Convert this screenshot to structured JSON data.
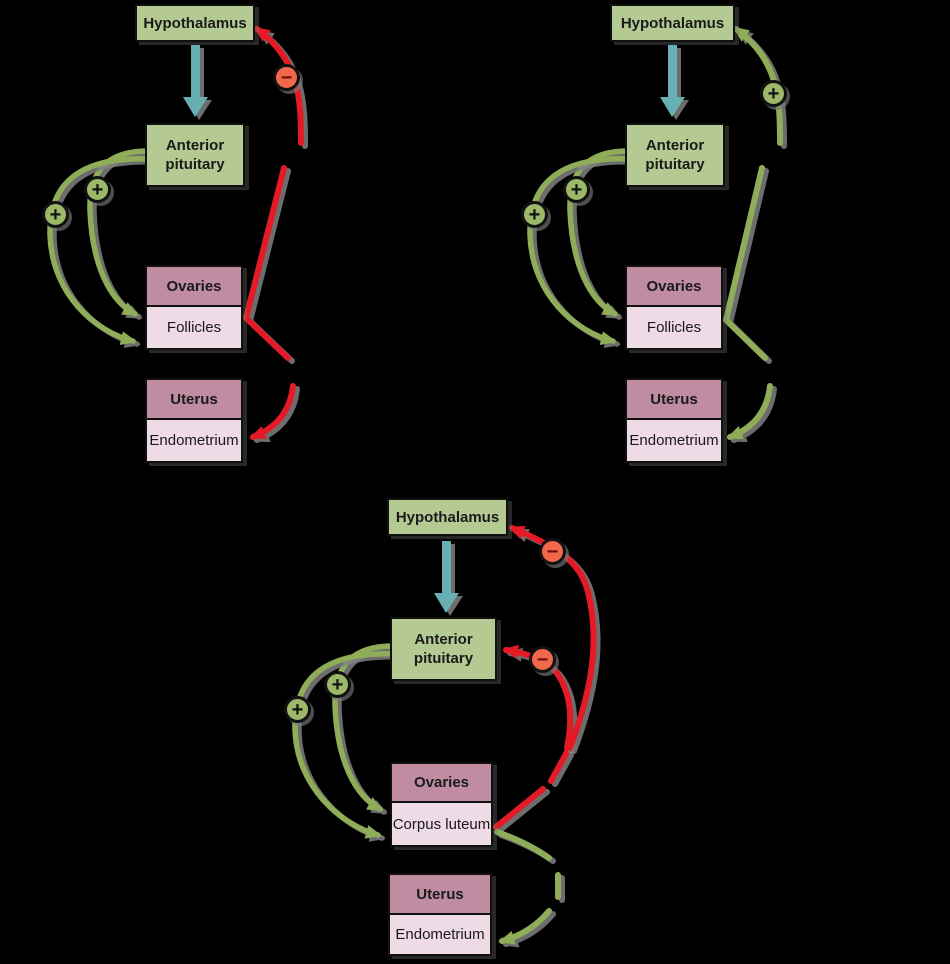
{
  "colors": {
    "background": "#000000",
    "box_green": "#b5c993",
    "box_mauve": "#bf8ca1",
    "box_pink": "#eedbe6",
    "arrow_teal": "#68afb4",
    "arrow_green": "#8fad58",
    "arrow_red": "#e41b26",
    "plus_badge_fill": "#9cb869",
    "minus_badge_fill": "#f2684a"
  },
  "panels": {
    "left": {
      "boxes": {
        "hypothalamus": "Hypothalamus",
        "anterior_pituitary": "Anterior pituitary",
        "ovaries": "Ovaries",
        "ovaries_section": "Follicles",
        "uterus": "Uterus",
        "uterus_section": "Endometrium"
      },
      "signs": {
        "hypothalamus_feedback": "−",
        "pituitary_stimulus_1": "+",
        "pituitary_stimulus_2": "+"
      }
    },
    "right": {
      "boxes": {
        "hypothalamus": "Hypothalamus",
        "anterior_pituitary": "Anterior pituitary",
        "ovaries": "Ovaries",
        "ovaries_section": "Follicles",
        "uterus": "Uterus",
        "uterus_section": "Endometrium"
      },
      "signs": {
        "hypothalamus_feedback": "+",
        "pituitary_stimulus_1": "+",
        "pituitary_stimulus_2": "+"
      }
    },
    "bottom": {
      "boxes": {
        "hypothalamus": "Hypothalamus",
        "anterior_pituitary": "Anterior pituitary",
        "ovaries": "Ovaries",
        "ovaries_section": "Corpus luteum",
        "uterus": "Uterus",
        "uterus_section": "Endometrium"
      },
      "signs": {
        "hypothalamus_feedback": "−",
        "pituitary_feedback": "−",
        "pituitary_stimulus_1": "+",
        "pituitary_stimulus_2": "+"
      }
    }
  }
}
